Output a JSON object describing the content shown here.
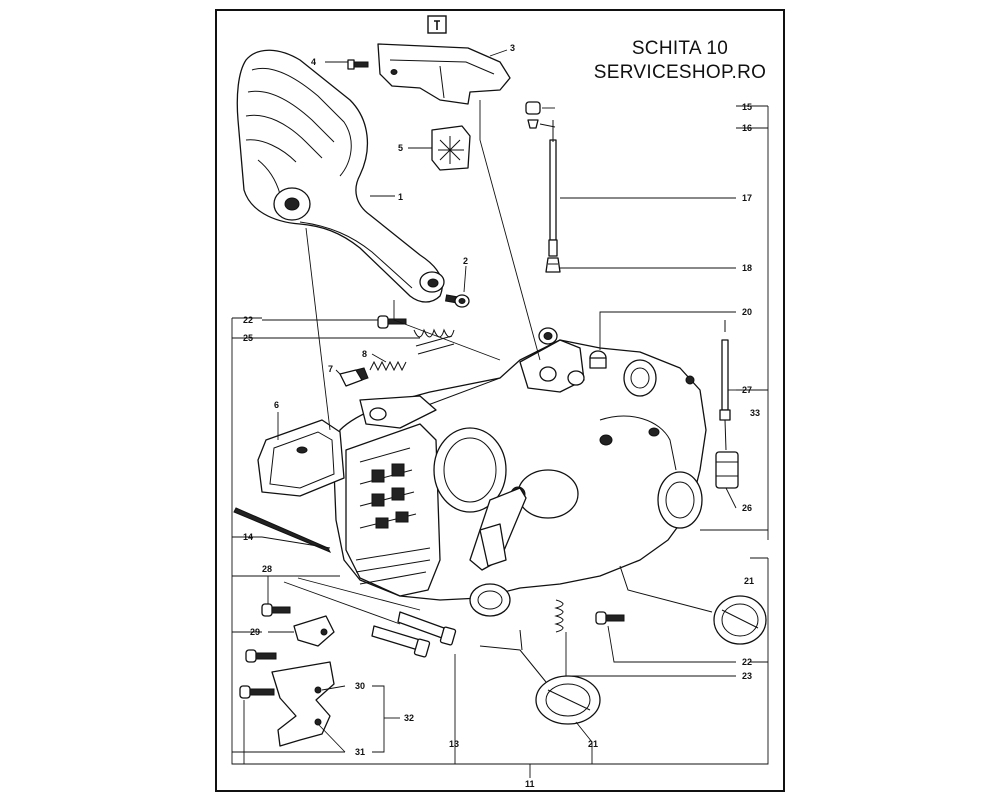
{
  "header": {
    "line1": "SCHITA 10",
    "line2": "SERVICESHOP.RO"
  },
  "icon": {
    "name": "wrench-tool-icon"
  },
  "callouts": [
    "1",
    "2",
    "3",
    "4",
    "5",
    "6",
    "7",
    "8",
    "11",
    "13",
    "14",
    "15",
    "16",
    "17",
    "18",
    "20",
    "21",
    "21",
    "22",
    "22",
    "23",
    "25",
    "26",
    "27",
    "28",
    "29",
    "30",
    "31",
    "32",
    "33"
  ]
}
